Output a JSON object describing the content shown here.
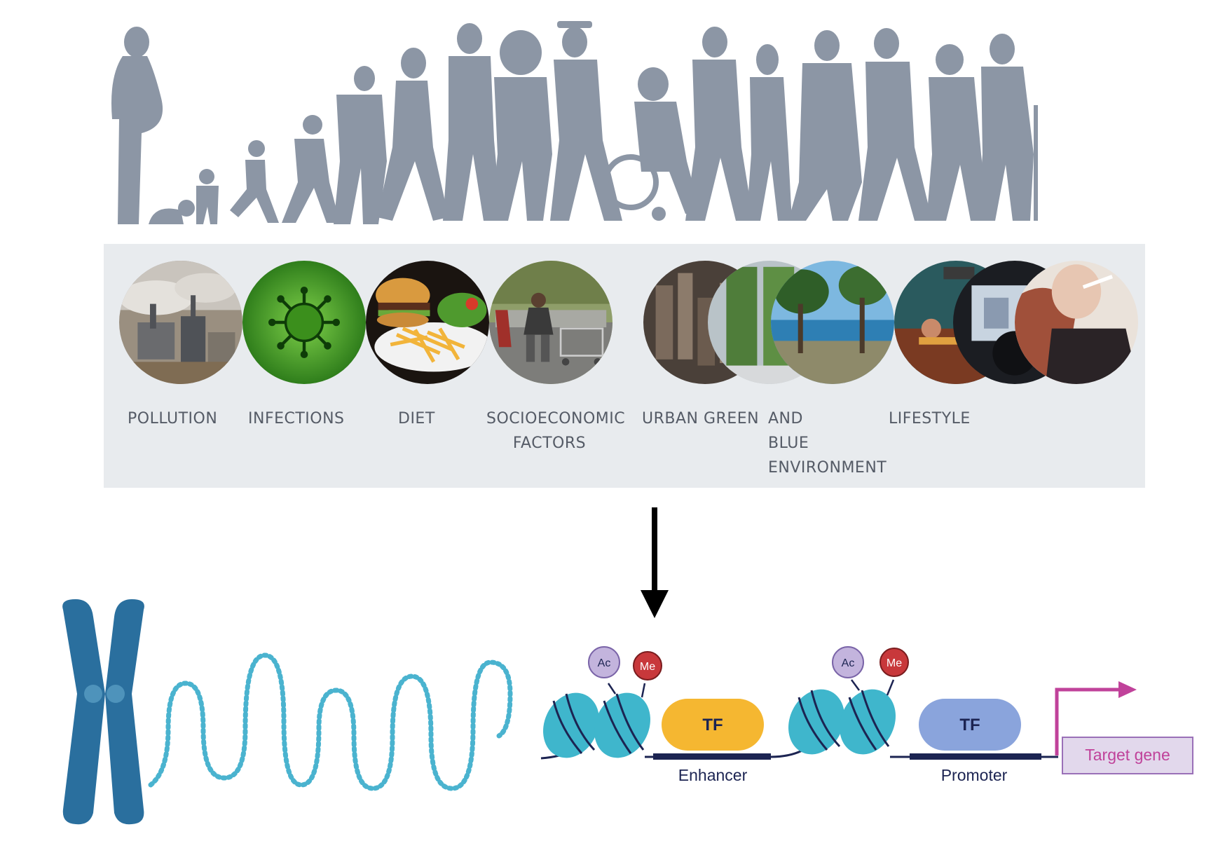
{
  "factors": [
    {
      "id": "pollution",
      "label": "POLLUTION",
      "icon": "factory-smog-photo"
    },
    {
      "id": "infections",
      "label": "INFECTIONS",
      "icon": "virus-photo"
    },
    {
      "id": "diet",
      "label": "DIET",
      "icon": "burger-fries-photo"
    },
    {
      "id": "socioeconomic",
      "label": "SOCIOECONOMIC FACTORS",
      "icon": "homeless-person-photo"
    },
    {
      "id": "urban-green-blue",
      "label": "URBAN GREEN AND BLUE ENVIRONMENT",
      "icon": "city-trees-sea-photo"
    },
    {
      "id": "lifestyle",
      "label": "LIFESTYLE",
      "icon": "bar-tv-smoking-photo"
    }
  ],
  "label_lines": {
    "pollution": [
      "POLLUTION"
    ],
    "infections": [
      "INFECTIONS"
    ],
    "diet": [
      "DIET"
    ],
    "socioeconomic": [
      "SOCIOECONOMIC",
      "FACTORS"
    ],
    "urban": [
      "URBAN",
      "GREEN",
      "AND",
      "BLUE",
      "ENVIRONMENT"
    ],
    "lifestyle": [
      "LIFESTYLE"
    ]
  },
  "chromatin": {
    "marks": {
      "acetyl": "Ac",
      "methyl": "Me"
    },
    "tf_label": "TF",
    "enhancer_label": "Enhancer",
    "promoter_label": "Promoter",
    "target_label": "Target gene"
  },
  "colors": {
    "silhouette": "#8c96a5",
    "panel": "#e8ebee",
    "label_text": "#555b66",
    "chromosome": "#2a6f9e",
    "dna_dots": "#4ab3cf",
    "nucleosome": "#3fb6cc",
    "tf_enhancer": "#f5b731",
    "tf_promoter": "#8aa4dc",
    "acetyl": "#c3b4dd",
    "methyl": "#c8383b",
    "target_arrow": "#c0429a",
    "target_box": "#e2d8ec"
  }
}
